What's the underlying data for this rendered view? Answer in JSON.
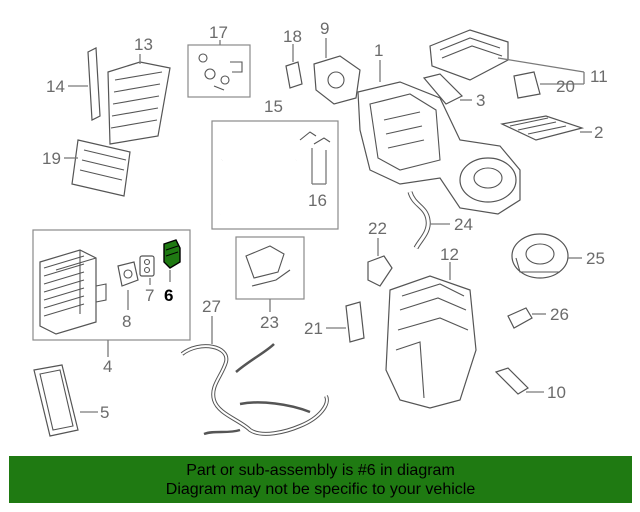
{
  "callouts": {
    "c1": "1",
    "c2": "2",
    "c3": "3",
    "c4": "4",
    "c5": "5",
    "c6": "6",
    "c7": "7",
    "c8": "8",
    "c9": "9",
    "c10": "10",
    "c11": "11",
    "c12": "12",
    "c13": "13",
    "c14": "14",
    "c15": "15",
    "c16": "16",
    "c17": "17",
    "c18": "18",
    "c19": "19",
    "c20": "20",
    "c21": "21",
    "c22": "22",
    "c23": "23",
    "c24": "24",
    "c25": "25",
    "c26": "26",
    "c27": "27"
  },
  "highlight": {
    "part_number": "6",
    "color": "#1f7a12"
  },
  "banner": {
    "line1": "Part or sub-assembly is #6 in diagram",
    "line2": "Diagram may not be specific to your vehicle",
    "background": "#1f7a12"
  }
}
